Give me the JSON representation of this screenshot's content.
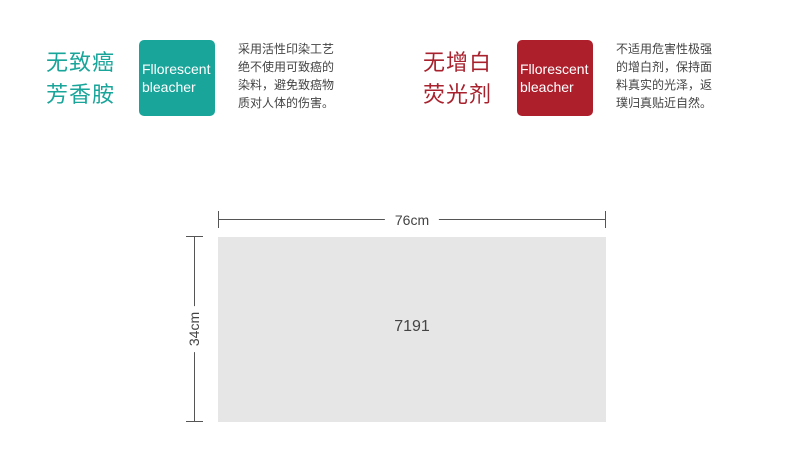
{
  "features": {
    "left": {
      "title": "无致癌\n芳香胺",
      "badge": "Fllorescent\nbleacher",
      "description": "采用活性印染工艺\n绝不使用可致癌的\n染料，避免致癌物\n质对人体的伤害。",
      "color": "#19a59a"
    },
    "right": {
      "title": "无增白\n荧光剂",
      "badge": "Fllorescent\nbleacher",
      "description": "不适用危害性极强\n的增白剂，保持面\n料真实的光泽，返\n璞归真贴近自然。",
      "color": "#ae1f2c"
    }
  },
  "dimensions": {
    "width_label": "76cm",
    "height_label": "34cm"
  },
  "product": {
    "code": "7191",
    "background": "#e6e6e6"
  }
}
